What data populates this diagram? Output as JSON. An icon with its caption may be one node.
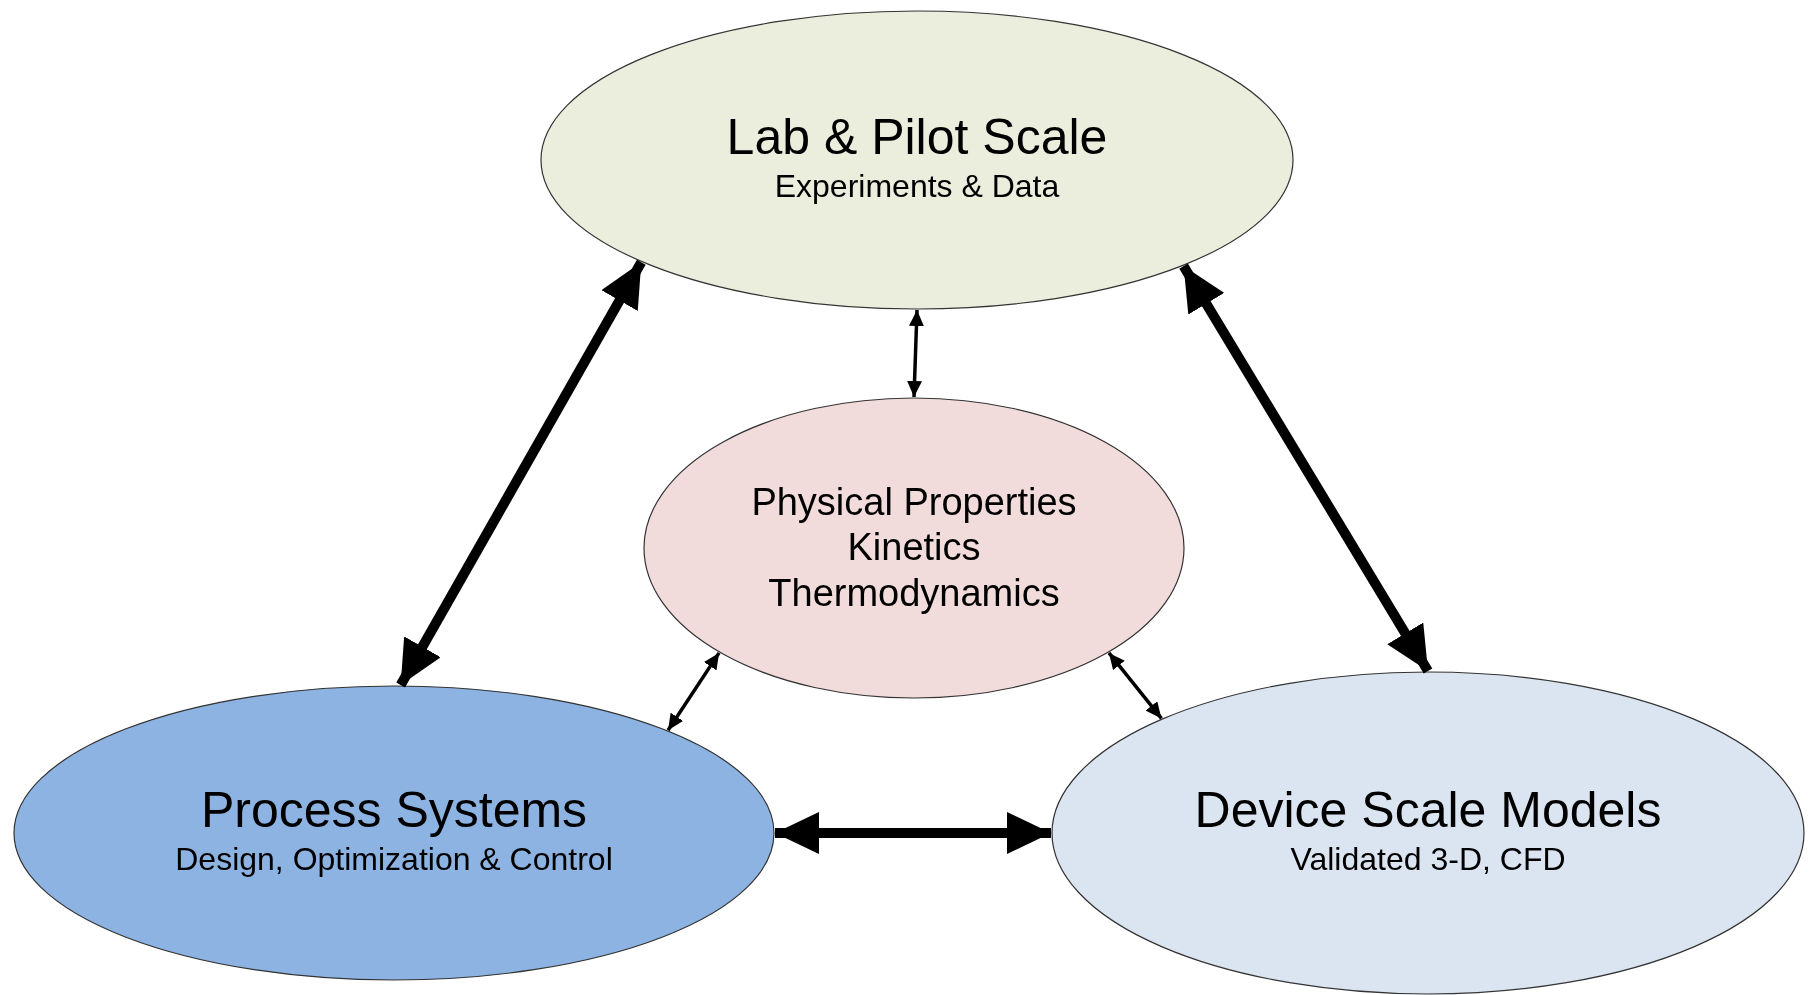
{
  "diagram": {
    "nodes": [
      {
        "text": [
          "Lab & Pilot Scale",
          "Experiments & Data"
        ]
      },
      {
        "text": [
          "Physical Properties",
          "Kinetics",
          "Thermodynamics"
        ]
      },
      {
        "text": [
          "Process Systems",
          "Design, Optimization & Control"
        ]
      },
      {
        "text": [
          "Device Scale Models",
          "Validated 3-D, CFD"
        ]
      }
    ],
    "edges": [
      {
        "from": 0,
        "to": 2,
        "arrow": "both",
        "style": "thick"
      },
      {
        "from": 0,
        "to": 3,
        "arrow": "both",
        "style": "thick"
      },
      {
        "from": 2,
        "to": 3,
        "arrow": "both",
        "style": "thick"
      },
      {
        "from": 0,
        "to": 1,
        "arrow": "both"
      },
      {
        "from": 1,
        "to": 2,
        "arrow": "both"
      },
      {
        "from": 1,
        "to": 3,
        "arrow": "both"
      }
    ]
  }
}
